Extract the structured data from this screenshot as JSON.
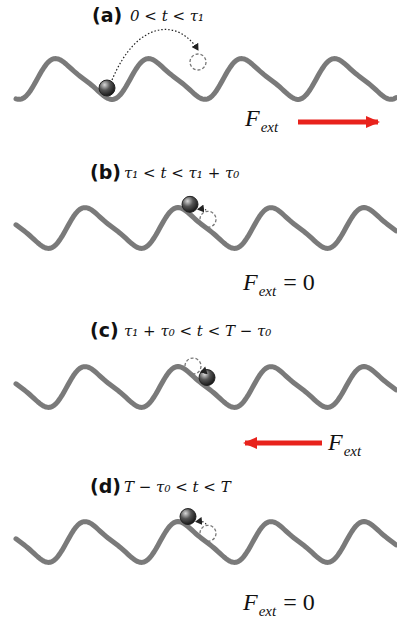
{
  "diagram": {
    "labels": [
      "(a)",
      "0 < t < τ₁",
      "F",
      "ext",
      "(b)",
      "τ₁ < t < τ₁ + τ₀",
      "F",
      "ext",
      "= 0",
      "(c)",
      "τ₁ + τ₀ < t < T − τ₀",
      "F",
      "ext",
      "(d)",
      "T − τ₀ < t < T",
      "F",
      "ext",
      "= 0"
    ]
  }
}
